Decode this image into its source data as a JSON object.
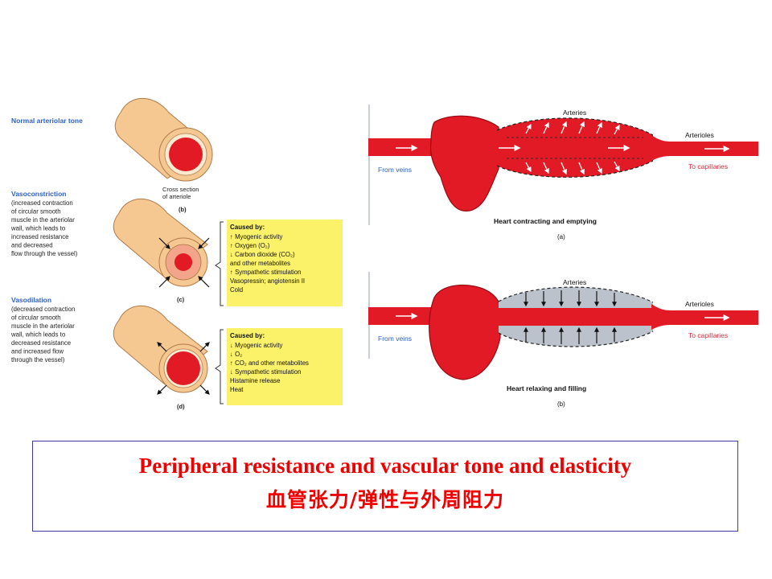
{
  "left_figure": {
    "normal_title": "Normal arteriolar tone",
    "cross_section_label": "Cross section\nof arteriole",
    "panel_b_label": "(b)",
    "vasoconstriction_title": "Vasoconstriction",
    "vasoconstriction_desc": "(increased contraction\nof circular smooth\nmuscle in the arteriolar\nwall, which leads to\nincreased resistance\nand decreased\nflow through the vessel)",
    "panel_c_label": "(c)",
    "constriction_box_title": "Caused by:",
    "constriction_causes": [
      "↑ Myogenic activity",
      "↑ Oxygen (O₂)",
      "↓ Carbon dioxide (CO₂)",
      "   and other metabolites",
      "↑ Sympathetic stimulation",
      "   Vasopressin; angiotensin II",
      "   Cold"
    ],
    "vasodilation_title": "Vasodilation",
    "vasodilation_desc": "(decreased contraction\nof circular smooth\nmuscle in the arteriolar\nwall, which leads to\ndecreased resistance\nand increased flow\nthrough the vessel)",
    "panel_d_label": "(d)",
    "dilation_box_title": "Caused by:",
    "dilation_causes": [
      "↓ Myogenic activity",
      "↓ O₂",
      "↑ CO₂ and other metabolites",
      "↓ Sympathetic stimulation",
      "   Histamine release",
      "   Heat"
    ]
  },
  "right_figure": {
    "top": {
      "arteries_label": "Arteries",
      "arterioles_label": "Arterioles",
      "from_veins_label": "From veins",
      "to_capillaries_label": "To capillaries",
      "caption": "Heart contracting and emptying",
      "panel_label": "(a)"
    },
    "bottom": {
      "arteries_label": "Arteries",
      "arterioles_label": "Arterioles",
      "from_veins_label": "From veins",
      "to_capillaries_label": "To capillaries",
      "caption": "Heart relaxing and filling",
      "panel_label": "(b)"
    }
  },
  "caption": {
    "english": "Peripheral resistance and vascular tone and elasticity",
    "chinese": "血管张力/弹性与外周阻力"
  },
  "colors": {
    "blood": "#e11a25",
    "vessel_wall": "#f5c892",
    "highlight_box": "#fbf26a",
    "blue_text": "#2c62c8",
    "caption_red": "#ee0000",
    "grey_artery": "#bcc2cc"
  }
}
